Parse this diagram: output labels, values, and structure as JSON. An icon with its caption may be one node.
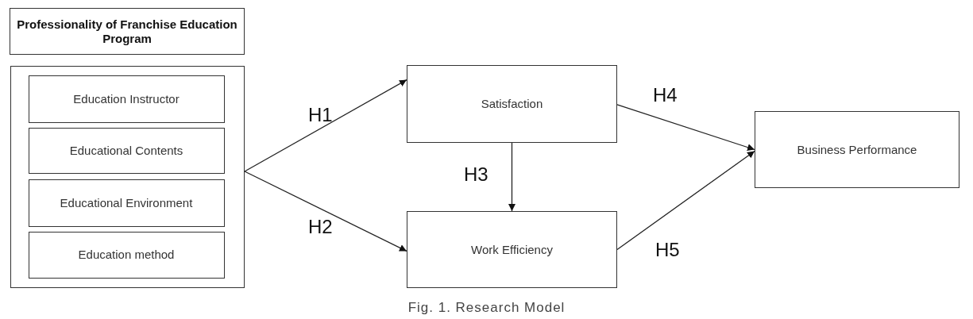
{
  "diagram": {
    "caption": "Fig. 1. Research Model",
    "nodes": [
      {
        "text": [
          "Professionality of Franchise Education Program"
        ]
      },
      {
        "text": [],
        "shape": "box"
      },
      {
        "text": [
          "Education Instructor"
        ],
        "in": 1
      },
      {
        "text": [
          "Educational Contents"
        ],
        "in": 1
      },
      {
        "text": [
          "Educational Environment"
        ],
        "in": 1
      },
      {
        "text": [
          "Education method"
        ],
        "in": 1
      },
      {
        "text": [
          "Satisfaction"
        ]
      },
      {
        "text": [
          "Work Efficiency"
        ]
      },
      {
        "text": [
          "Business Performance"
        ]
      }
    ],
    "edges": [
      {
        "from": 1,
        "to": 6,
        "arrow": "to",
        "label": "H1"
      },
      {
        "from": 1,
        "to": 7,
        "arrow": "to",
        "label": "H2"
      },
      {
        "from": 6,
        "to": 7,
        "arrow": "to",
        "label": "H3"
      },
      {
        "from": 6,
        "to": 8,
        "arrow": "to",
        "label": "H4"
      },
      {
        "from": 7,
        "to": 8,
        "arrow": "to",
        "label": "H5"
      }
    ]
  }
}
